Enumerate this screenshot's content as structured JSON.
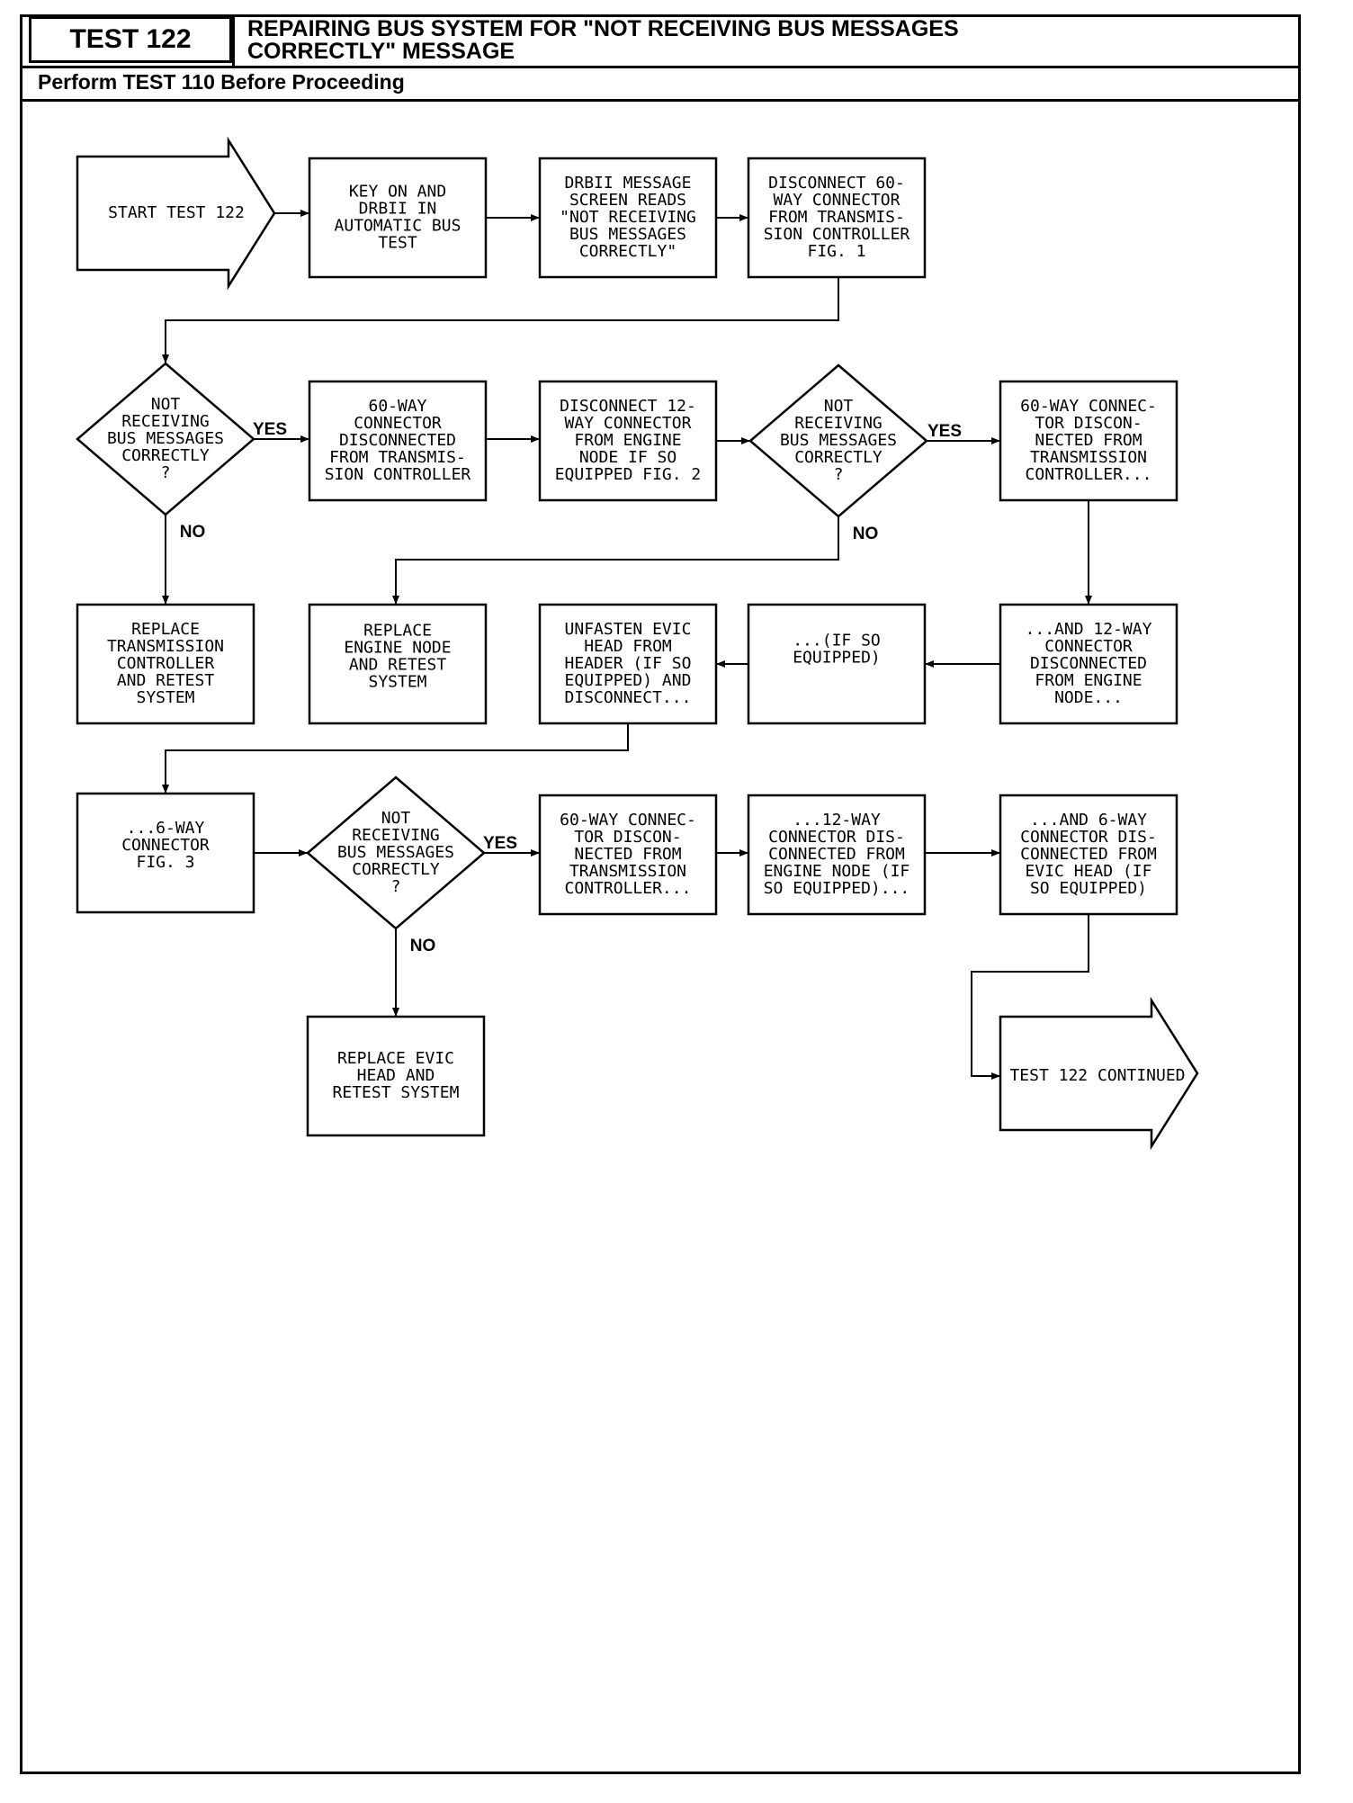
{
  "header": {
    "test_number": "TEST 122",
    "title_line1": "REPAIRING BUS SYSTEM FOR \"NOT RECEIVING BUS MESSAGES",
    "title_line2": "CORRECTLY\" MESSAGE",
    "prerequisite": "Perform TEST 110 Before Proceeding"
  },
  "flow": {
    "start": [
      "START TEST 122"
    ],
    "key_on": [
      "KEY ON AND",
      "DRBII IN",
      "AUTOMATIC BUS",
      "TEST"
    ],
    "drbii_msg": [
      "DRBII MESSAGE",
      "SCREEN READS",
      "\"NOT RECEIVING",
      "BUS MESSAGES",
      "CORRECTLY\""
    ],
    "disconnect_60": [
      "DISCONNECT 60-",
      "WAY CONNECTOR",
      "FROM TRANSMIS-",
      "SION CONTROLLER",
      "FIG. 1"
    ],
    "decision_1": [
      "NOT",
      "RECEIVING",
      "BUS MESSAGES",
      "CORRECTLY",
      "?"
    ],
    "connected_60": [
      "60-WAY",
      "CONNECTOR",
      "DISCONNECTED",
      "FROM TRANSMIS-",
      "SION CONTROLLER"
    ],
    "disconnect_12": [
      "DISCONNECT 12-",
      "WAY CONNECTOR",
      "FROM ENGINE",
      "NODE IF SO",
      "EQUIPPED FIG. 2"
    ],
    "decision_2": [
      "NOT",
      "RECEIVING",
      "BUS MESSAGES",
      "CORRECTLY",
      "?"
    ],
    "conn60_b": [
      "60-WAY CONNEC-",
      "TOR DISCON-",
      "NECTED FROM",
      "TRANSMISSION",
      "CONTROLLER..."
    ],
    "replace_tc": [
      "REPLACE",
      "TRANSMISSION",
      "CONTROLLER",
      "AND RETEST",
      "SYSTEM"
    ],
    "replace_engine": [
      "REPLACE",
      "ENGINE NODE",
      "AND RETEST",
      "SYSTEM"
    ],
    "unfasten_evic": [
      "UNFASTEN EVIC",
      "HEAD FROM",
      "HEADER (IF SO",
      "EQUIPPED) AND",
      "DISCONNECT..."
    ],
    "if_so": [
      "...(IF SO",
      "EQUIPPED)"
    ],
    "and_12way": [
      "...AND 12-WAY",
      "CONNECTOR",
      "DISCONNECTED",
      "FROM ENGINE",
      "NODE..."
    ],
    "six_way": [
      "...6-WAY",
      "CONNECTOR",
      "FIG. 3"
    ],
    "decision_3": [
      "NOT",
      "RECEIVING",
      "BUS MESSAGES",
      "CORRECTLY",
      "?"
    ],
    "conn60_c": [
      "60-WAY CONNEC-",
      "TOR DISCON-",
      "NECTED FROM",
      "TRANSMISSION",
      "CONTROLLER..."
    ],
    "conn12_c": [
      "...12-WAY",
      "CONNECTOR DIS-",
      "CONNECTED FROM",
      "ENGINE NODE (IF",
      "SO EQUIPPED)..."
    ],
    "conn6_c": [
      "...AND 6-WAY",
      "CONNECTOR DIS-",
      "CONNECTED FROM",
      "EVIC HEAD (IF",
      "SO EQUIPPED)"
    ],
    "replace_evic": [
      "REPLACE EVIC",
      "HEAD AND",
      "RETEST SYSTEM"
    ],
    "continued": [
      "TEST 122 CONTINUED"
    ],
    "yes": "YES",
    "no": "NO"
  }
}
